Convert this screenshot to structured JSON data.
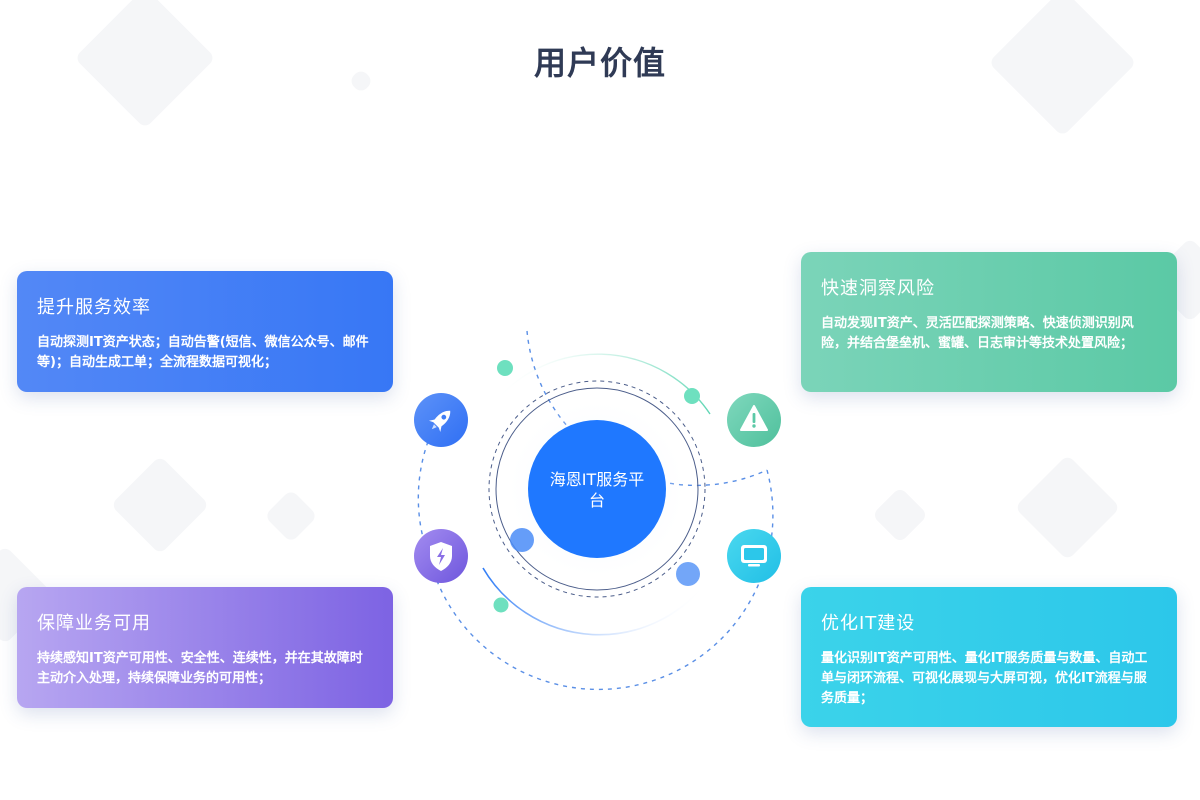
{
  "title": "用户价值",
  "center": {
    "label": "海恩IT服务平台",
    "color": "#1f78ff"
  },
  "cards": {
    "efficiency": {
      "title": "提升服务效率",
      "desc": "自动探测IT资产状态；自动告警(短信、微信公众号、邮件等)；自动生成工单；全流程数据可视化；",
      "icon": "rocket-icon",
      "color": "#3f7ef6"
    },
    "risk": {
      "title": "快速洞察风险",
      "desc": "自动发现IT资产、灵活匹配探测策略、快速侦测识别风险，并结合堡垒机、蜜罐、日志审计等技术处置风险；",
      "icon": "warning-icon",
      "color": "#5cc9a7"
    },
    "availability": {
      "title": "保障业务可用",
      "desc": "持续感知IT资产可用性、安全性、连续性，并在其故障时主动介入处理，持续保障业务的可用性；",
      "icon": "shield-icon",
      "color": "#8a6fe6"
    },
    "optimize": {
      "title": "优化IT建设",
      "desc": "量化识别IT资产可用性、量化IT服务质量与数量、自动工单与闭环流程、可视化展现与大屏可视，优化IT流程与服务质量；",
      "icon": "monitor-icon",
      "color": "#2cc7ea"
    }
  }
}
